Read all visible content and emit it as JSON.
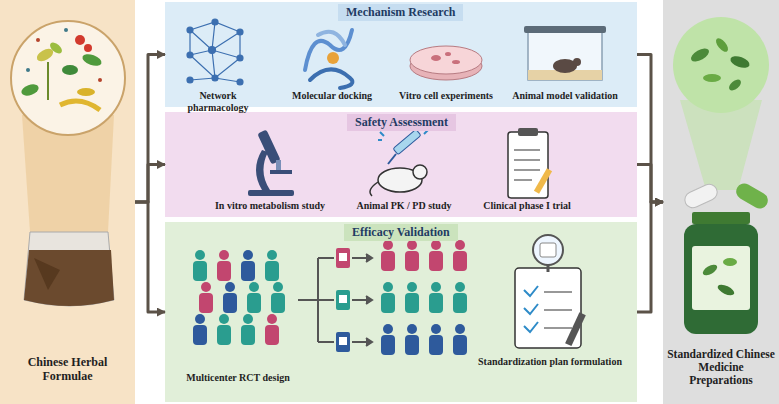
{
  "diagram": {
    "nodes": [
      {
        "text": [
          "Chinese Herbal Formulae"
        ]
      },
      {
        "text": [
          "Mechanism Research"
        ]
      },
      {
        "text": [
          "Safety Assessment"
        ]
      },
      {
        "text": [
          "Efficacy Validation"
        ]
      },
      {
        "text": [
          "Standardized Chinese Medicine Preparations"
        ]
      }
    ],
    "edges": [
      {
        "from": 0,
        "to": 1,
        "arrow": "to"
      },
      {
        "from": 0,
        "to": 2,
        "arrow": "to"
      },
      {
        "from": 0,
        "to": 3,
        "arrow": "to"
      },
      {
        "from": 1,
        "to": 4,
        "arrow": "to"
      },
      {
        "from": 2,
        "to": 4,
        "arrow": "to"
      },
      {
        "from": 3,
        "to": 4,
        "arrow": "to"
      }
    ],
    "labels": [
      "Network pharmacology",
      "Molecular docking",
      "Vitro cell experiments",
      "Animal model validation",
      "In vitro metabolism study",
      "Animal PK / PD study",
      "Clinical phase I trial",
      "Multicenter RCT design",
      "Standardization plan formulation"
    ]
  }
}
